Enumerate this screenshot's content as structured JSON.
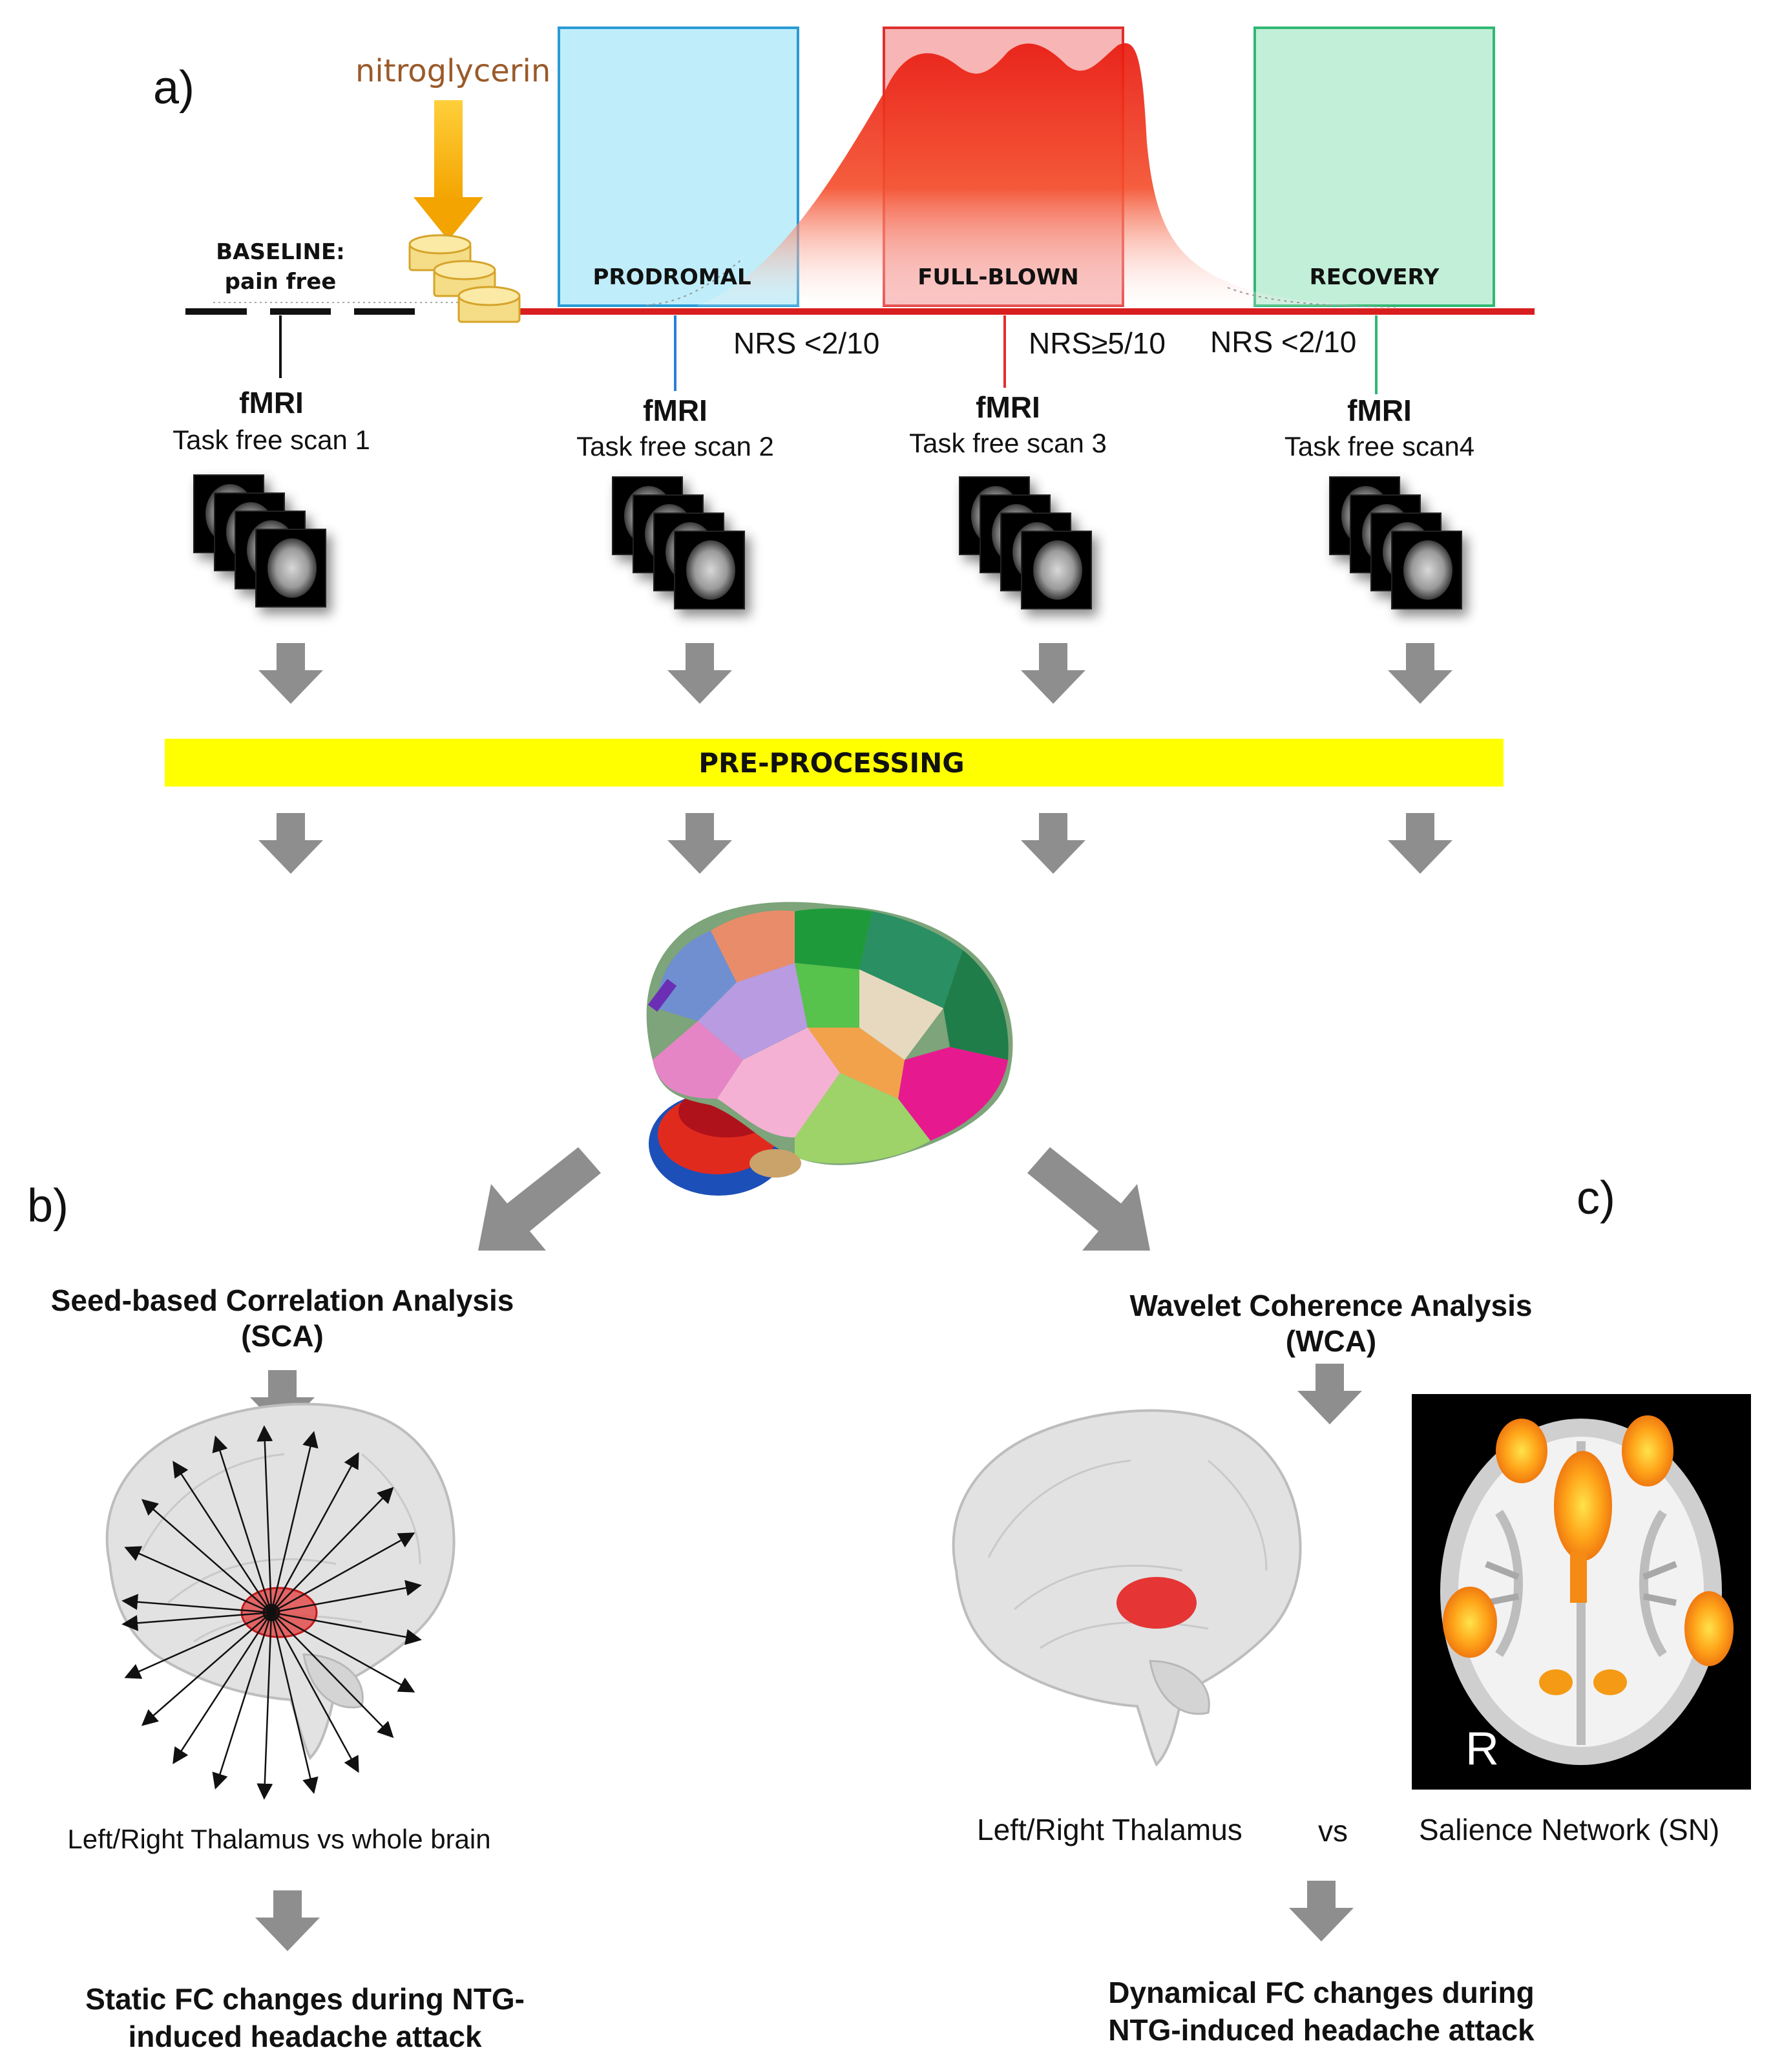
{
  "panels": {
    "a": "a)",
    "b": "b)",
    "c": "c)"
  },
  "drug": "nitroglycerin",
  "baseline": {
    "line1": "BASELINE:",
    "line2": "pain free"
  },
  "phases": [
    {
      "label": "PRODROMAL",
      "color": "#2a9bd6",
      "fill": "#bfeefa"
    },
    {
      "label": "FULL-BLOWN",
      "color": "#e03030",
      "fill": "#f4a7a7"
    },
    {
      "label": "RECOVERY",
      "color": "#2fb873",
      "fill": "#c2efd8"
    }
  ],
  "nrs": [
    "NRS <2/10",
    "NRS≥5/10",
    "NRS <2/10"
  ],
  "scans": [
    {
      "title": "fMRI",
      "label": "Task free scan 1"
    },
    {
      "title": "fMRI",
      "label": "Task free scan 2"
    },
    {
      "title": "fMRI",
      "label": "Task free scan 3"
    },
    {
      "title": "fMRI",
      "label": "Task free scan4"
    }
  ],
  "preprocessing": "PRE-PROCESSING",
  "sca": {
    "title_line1": "Seed-based Correlation Analysis",
    "title_line2": "(SCA)",
    "target": "Left/Right Thalamus vs whole brain",
    "result_line1": "Static FC changes during NTG-",
    "result_line2": "induced headache attack"
  },
  "wca": {
    "title_line1": "Wavelet Coherence Analysis",
    "title_line2": "(WCA)",
    "target_left": "Left/Right Thalamus",
    "target_vs": "vs",
    "target_right": "Salience Network (SN)",
    "map_label": "R",
    "result_line1": "Dynamical FC changes during",
    "result_line2": "NTG-induced headache attack"
  },
  "colors": {
    "timeline": "#d81e1e",
    "arrow": "#8e8e8e",
    "preprocessing_bar": "#ffff00",
    "pill": "#f5dc86"
  }
}
